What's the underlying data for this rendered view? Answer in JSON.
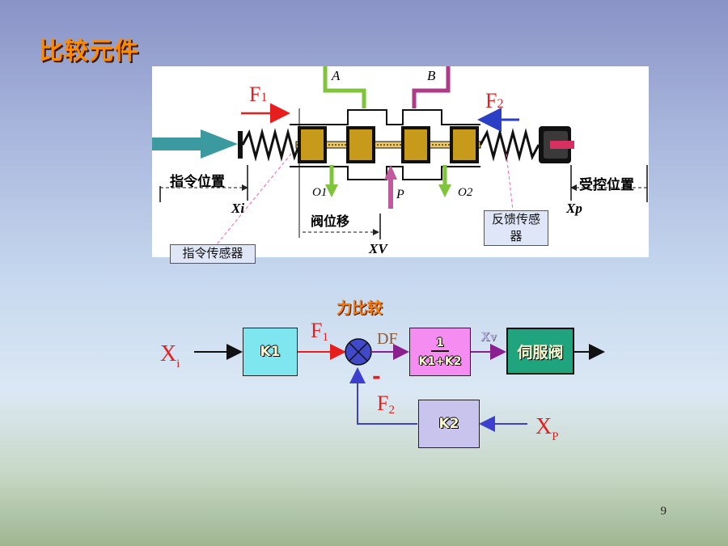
{
  "page": {
    "title": "比较元件",
    "page_number": "9"
  },
  "mechanism": {
    "port_a": "A",
    "port_b": "B",
    "force_1": "F",
    "force_1_sub": "1",
    "force_2": "F",
    "force_2_sub": "2",
    "command_position": "指令位置",
    "controlled_position": "受控位置",
    "xi_label": "Xi",
    "xp_label": "Xp",
    "o1_label": "O1",
    "o2_label": "O2",
    "p_label": "P",
    "valve_displacement": "阀位移",
    "xv_label": "XV",
    "command_sensor": "指令传感器",
    "feedback_sensor": "反馈传感器"
  },
  "block_diagram": {
    "heading": "力比较",
    "input_x": "X",
    "input_x_sub": "i",
    "k1_block": "K1",
    "f1": "F",
    "f1_sub": "1",
    "df": "DF",
    "gain_numerator": "1",
    "gain_denominator": "K1+K2",
    "xv": "Xv",
    "servo_valve": "伺服阀",
    "minus_sign": "-",
    "f2": "F",
    "f2_sub": "2",
    "k2_block": "K2",
    "input_xp": "X",
    "input_xp_sub": "P"
  },
  "colors": {
    "title": "#ff8a00",
    "red_arrow": "#e61e1e",
    "blue_arrow": "#2a3fc6",
    "green_line": "#7fc43a",
    "magenta_line": "#b03a8a",
    "spool_land": "#c79a1c",
    "k1_fill": "#7fe6f0",
    "gain_fill": "#f58cf2",
    "servo_fill": "#1fa47e",
    "k2_fill": "#c9c4ee",
    "feedback_line": "#3d3fcf",
    "signal_line": "#8a1f8f"
  }
}
